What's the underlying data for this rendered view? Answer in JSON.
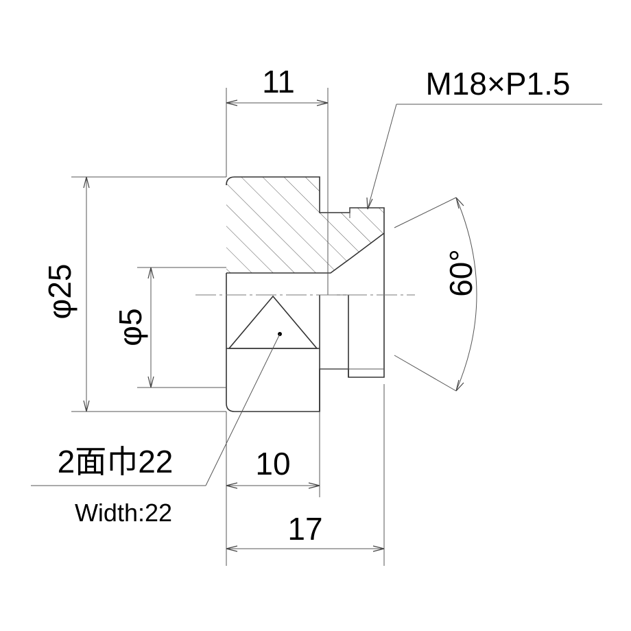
{
  "drawing": {
    "dimensions": {
      "thread_length": "11",
      "thread_spec": "M18×P1.5",
      "outer_diameter": "φ25",
      "bore_diameter": "φ5",
      "angle": "60°",
      "hex_length": "10",
      "total_length": "17"
    },
    "notes": {
      "across_flats_jp": "2面巾22",
      "across_flats_en": "Width:22"
    }
  }
}
